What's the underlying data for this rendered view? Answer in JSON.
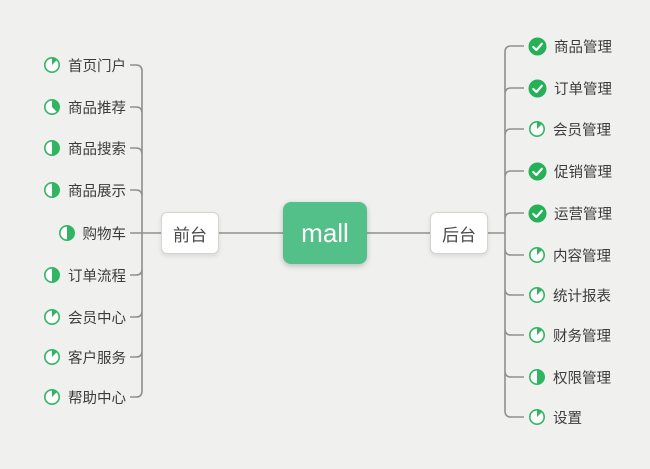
{
  "root": {
    "label": "mall"
  },
  "branches": {
    "left": {
      "label": "前台",
      "items": [
        {
          "label": "首页门户",
          "icon": "pie",
          "fraction": 0.125
        },
        {
          "label": "商品推荐",
          "icon": "pie",
          "fraction": 0.375
        },
        {
          "label": "商品搜索",
          "icon": "pie",
          "fraction": 0.5
        },
        {
          "label": "商品展示",
          "icon": "pie",
          "fraction": 0.5
        },
        {
          "label": "购物车",
          "icon": "pie",
          "fraction": 0.5
        },
        {
          "label": "订单流程",
          "icon": "pie",
          "fraction": 0.5
        },
        {
          "label": "会员中心",
          "icon": "pie",
          "fraction": 0.125
        },
        {
          "label": "客户服务",
          "icon": "pie",
          "fraction": 0.125
        },
        {
          "label": "帮助中心",
          "icon": "pie",
          "fraction": 0.125
        }
      ]
    },
    "right": {
      "label": "后台",
      "items": [
        {
          "label": "商品管理",
          "icon": "check"
        },
        {
          "label": "订单管理",
          "icon": "check"
        },
        {
          "label": "会员管理",
          "icon": "pie",
          "fraction": 0.125
        },
        {
          "label": "促销管理",
          "icon": "check"
        },
        {
          "label": "运营管理",
          "icon": "check"
        },
        {
          "label": "内容管理",
          "icon": "pie",
          "fraction": 0.125
        },
        {
          "label": "统计报表",
          "icon": "pie",
          "fraction": 0.125
        },
        {
          "label": "财务管理",
          "icon": "pie",
          "fraction": 0.125
        },
        {
          "label": "权限管理",
          "icon": "pie",
          "fraction": 0.5
        },
        {
          "label": "设置",
          "icon": "pie",
          "fraction": 0.125
        }
      ]
    }
  },
  "colors": {
    "background": "#f0f0ee",
    "root_green": "#53c08a",
    "pie_green": "#31b563",
    "check_green": "#26b158",
    "line_gray": "#8f8f8f",
    "text": "#3c3c3c",
    "node_border": "#d4d4d2"
  }
}
